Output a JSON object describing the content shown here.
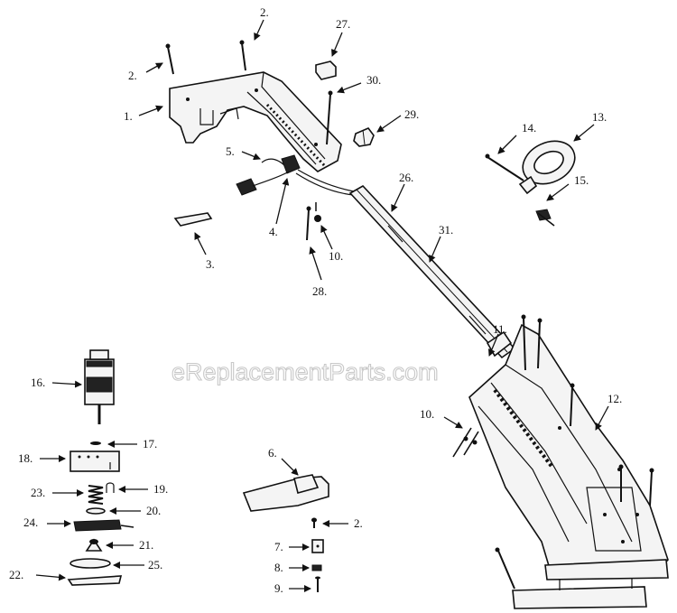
{
  "watermark": "eReplacementParts.com",
  "callouts": [
    {
      "id": "c1",
      "text": "1."
    },
    {
      "id": "c2a",
      "text": "2."
    },
    {
      "id": "c2b",
      "text": "2."
    },
    {
      "id": "c2c",
      "text": "2."
    },
    {
      "id": "c3",
      "text": "3."
    },
    {
      "id": "c4",
      "text": "4."
    },
    {
      "id": "c5",
      "text": "5."
    },
    {
      "id": "c6",
      "text": "6."
    },
    {
      "id": "c7",
      "text": "7."
    },
    {
      "id": "c8",
      "text": "8."
    },
    {
      "id": "c9",
      "text": "9."
    },
    {
      "id": "c10a",
      "text": "10."
    },
    {
      "id": "c10b",
      "text": "10."
    },
    {
      "id": "c11",
      "text": "11."
    },
    {
      "id": "c12",
      "text": "12."
    },
    {
      "id": "c13",
      "text": "13."
    },
    {
      "id": "c14",
      "text": "14."
    },
    {
      "id": "c15",
      "text": "15."
    },
    {
      "id": "c16",
      "text": "16."
    },
    {
      "id": "c17",
      "text": "17."
    },
    {
      "id": "c18",
      "text": "18."
    },
    {
      "id": "c19",
      "text": "19."
    },
    {
      "id": "c20",
      "text": "20."
    },
    {
      "id": "c21",
      "text": "21."
    },
    {
      "id": "c22",
      "text": "22."
    },
    {
      "id": "c23",
      "text": "23."
    },
    {
      "id": "c24",
      "text": "24."
    },
    {
      "id": "c25",
      "text": "25."
    },
    {
      "id": "c26",
      "text": "26."
    },
    {
      "id": "c27",
      "text": "27."
    },
    {
      "id": "c28",
      "text": "28."
    },
    {
      "id": "c29",
      "text": "29."
    },
    {
      "id": "c30",
      "text": "30."
    },
    {
      "id": "c31",
      "text": "31."
    }
  ]
}
